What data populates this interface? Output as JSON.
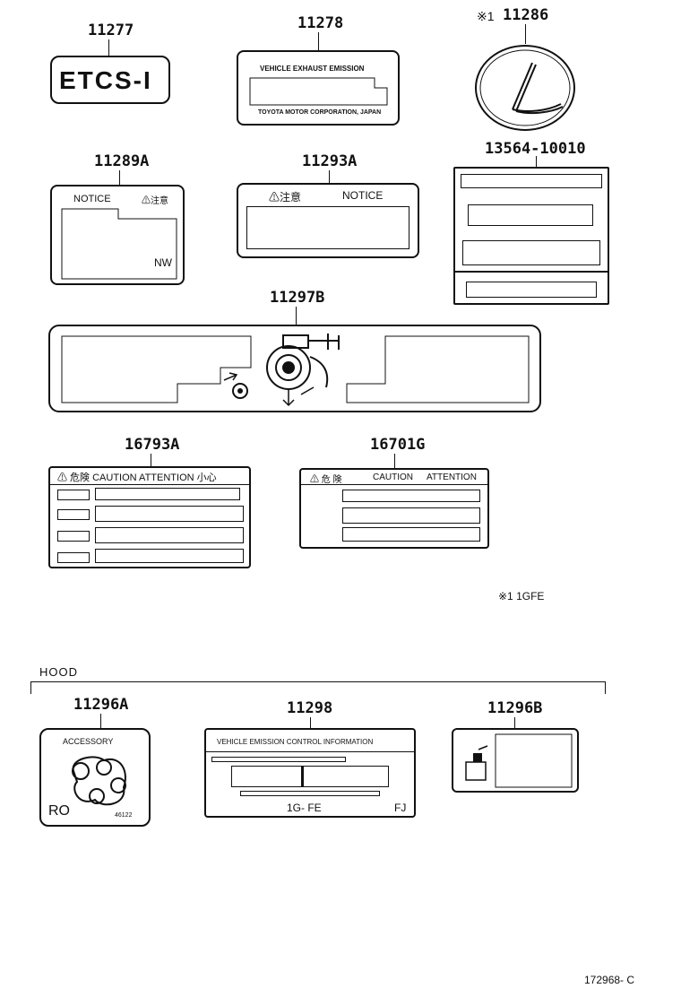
{
  "parts": {
    "p11277": "11277",
    "p11278": "11278",
    "p11286": "11286",
    "p11286_mark": "※1",
    "p11289A": "11289A",
    "p11293A": "11293A",
    "p13564": "13564-10010",
    "p11297B": "11297B",
    "p16793A": "16793A",
    "p16701G": "16701G",
    "p11296A": "11296A",
    "p11298": "11298",
    "p11296B": "11296B"
  },
  "labels": {
    "etcs": "ETCS-I",
    "exhaust_title": "VEHICLE EXHAUST EMISSION",
    "exhaust_footer": "TOYOTA MOTOR CORPORATION, JAPAN",
    "notice_1": "NOTICE",
    "notice_1_jp": "⚠注意",
    "notice_1_code": "NW",
    "notice_2_jp": "⚠注意",
    "notice_2": "NOTICE",
    "caution_a": "⚠ 危険  CAUTION  ATTENTION  小心",
    "caution_b_jp": "⚠ 危  険",
    "caution_b": "CAUTION",
    "caution_b_2": "ATTENTION",
    "accessory": "ACCESSORY",
    "accessory_code": "RO",
    "accessory_num": "46122",
    "emission_title": "VEHICLE  EMISSION  CONTROL  INFORMATION",
    "emission_engine": "1G- FE",
    "emission_code": "FJ"
  },
  "footnote": "※1  1GFE",
  "section_hood": "HOOD",
  "diagram_id": "172968- C"
}
